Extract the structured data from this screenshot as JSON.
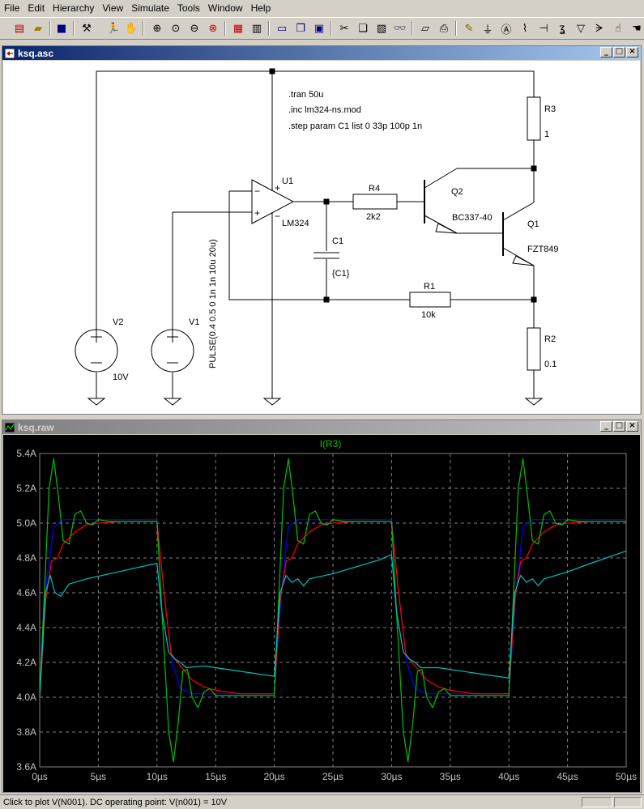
{
  "menubar": {
    "items": [
      {
        "label": "File"
      },
      {
        "label": "Edit"
      },
      {
        "label": "Hierarchy"
      },
      {
        "label": "View"
      },
      {
        "label": "Simulate"
      },
      {
        "label": "Tools"
      },
      {
        "label": "Window"
      },
      {
        "label": "Help"
      }
    ]
  },
  "schematic_window": {
    "title": "ksq.asc",
    "directives": {
      "tran": ".tran 50u",
      "inc": ".inc lm324-ns.mod",
      "step": ".step param C1 list 0 33p 100p 1n"
    },
    "components": {
      "r3_name": "R3",
      "r3_value": "1",
      "r4_name": "R4",
      "r4_value": "2k2",
      "r1_name": "R1",
      "r1_value": "10k",
      "r2_name": "R2",
      "r2_value": "0.1",
      "c1_name": "C1",
      "c1_value": "{C1}",
      "u1_name": "U1",
      "u1_value": "LM324",
      "q2_name": "Q2",
      "q2_value": "BC337-40",
      "q1_name": "Q1",
      "q1_value": "FZT849",
      "v2_name": "V2",
      "v2_value": "10V",
      "v1_name": "V1",
      "v1_value": "PULSE(0.4 0.5 0 1n 1n 10u 20u)",
      "plus": "+",
      "minus": "−"
    }
  },
  "plot_window": {
    "title": "ksq.raw",
    "trace_label": "I(R3)",
    "trace_label_color": "#00c000"
  },
  "chart_data": {
    "type": "line",
    "title": "",
    "xlabel": "",
    "ylabel": "",
    "xlim": [
      0,
      50
    ],
    "ylim": [
      3.6,
      5.4
    ],
    "grid": true,
    "x_ticks": [
      "0µs",
      "5µs",
      "10µs",
      "15µs",
      "20µs",
      "25µs",
      "30µs",
      "35µs",
      "40µs",
      "45µs",
      "50µs"
    ],
    "y_ticks": [
      "3.6A",
      "3.8A",
      "4.0A",
      "4.2A",
      "4.4A",
      "4.6A",
      "4.8A",
      "5.0A",
      "5.2A",
      "5.4A"
    ],
    "series": [
      {
        "color": "#0000ff",
        "points": [
          [
            0,
            4.0
          ],
          [
            0.6,
            4.68
          ],
          [
            1.2,
            4.98
          ],
          [
            2,
            5.02
          ],
          [
            3,
            5.02
          ],
          [
            10,
            5.02
          ],
          [
            10.6,
            4.6
          ],
          [
            11.3,
            4.2
          ],
          [
            12,
            4.05
          ],
          [
            13,
            4.02
          ],
          [
            20,
            4.02
          ],
          [
            20.6,
            4.6
          ],
          [
            21.2,
            4.98
          ],
          [
            22,
            5.02
          ],
          [
            30,
            5.02
          ],
          [
            30.6,
            4.6
          ],
          [
            31.3,
            4.2
          ],
          [
            32,
            4.05
          ],
          [
            33,
            4.02
          ],
          [
            40,
            4.02
          ],
          [
            40.6,
            4.6
          ],
          [
            41.2,
            4.98
          ],
          [
            42,
            5.02
          ],
          [
            50,
            5.02
          ]
        ]
      },
      {
        "color": "#ff0000",
        "points": [
          [
            0,
            4.0
          ],
          [
            0.5,
            4.55
          ],
          [
            1,
            4.78
          ],
          [
            1.5,
            4.8
          ],
          [
            2,
            4.88
          ],
          [
            3,
            4.95
          ],
          [
            4,
            4.99
          ],
          [
            5,
            5.0
          ],
          [
            7,
            5.01
          ],
          [
            10,
            5.01
          ],
          [
            10.6,
            4.6
          ],
          [
            11.2,
            4.25
          ],
          [
            12,
            4.18
          ],
          [
            13,
            4.1
          ],
          [
            14,
            4.06
          ],
          [
            15,
            4.04
          ],
          [
            17,
            4.02
          ],
          [
            20,
            4.02
          ],
          [
            20.5,
            4.55
          ],
          [
            21,
            4.78
          ],
          [
            21.5,
            4.8
          ],
          [
            22,
            4.88
          ],
          [
            23,
            4.95
          ],
          [
            24,
            4.99
          ],
          [
            25,
            5.0
          ],
          [
            27,
            5.01
          ],
          [
            30,
            5.01
          ],
          [
            30.6,
            4.6
          ],
          [
            31.2,
            4.25
          ],
          [
            32,
            4.18
          ],
          [
            33,
            4.1
          ],
          [
            34,
            4.06
          ],
          [
            35,
            4.04
          ],
          [
            37,
            4.02
          ],
          [
            40,
            4.02
          ],
          [
            40.5,
            4.55
          ],
          [
            41,
            4.78
          ],
          [
            41.5,
            4.8
          ],
          [
            42,
            4.88
          ],
          [
            43,
            4.95
          ],
          [
            44,
            4.99
          ],
          [
            45,
            5.0
          ],
          [
            47,
            5.01
          ],
          [
            50,
            5.01
          ]
        ]
      },
      {
        "color": "#00c000",
        "points": [
          [
            0,
            4.0
          ],
          [
            0.4,
            4.6
          ],
          [
            0.8,
            5.2
          ],
          [
            1.2,
            5.37
          ],
          [
            1.6,
            5.15
          ],
          [
            2,
            4.9
          ],
          [
            2.5,
            4.88
          ],
          [
            3,
            5.05
          ],
          [
            3.5,
            5.07
          ],
          [
            4,
            5.0
          ],
          [
            4.5,
            4.99
          ],
          [
            5,
            5.02
          ],
          [
            6,
            5.01
          ],
          [
            10,
            5.01
          ],
          [
            10.5,
            4.4
          ],
          [
            11,
            3.8
          ],
          [
            11.4,
            3.63
          ],
          [
            11.8,
            3.85
          ],
          [
            12.2,
            4.15
          ],
          [
            12.6,
            4.16
          ],
          [
            13,
            4.0
          ],
          [
            13.5,
            3.94
          ],
          [
            14,
            4.03
          ],
          [
            14.5,
            4.05
          ],
          [
            15,
            4.01
          ],
          [
            16,
            4.01
          ],
          [
            20,
            4.01
          ],
          [
            20.4,
            4.6
          ],
          [
            20.8,
            5.2
          ],
          [
            21.2,
            5.37
          ],
          [
            21.6,
            5.15
          ],
          [
            22,
            4.9
          ],
          [
            22.5,
            4.88
          ],
          [
            23,
            5.05
          ],
          [
            23.5,
            5.07
          ],
          [
            24,
            5.0
          ],
          [
            24.5,
            4.99
          ],
          [
            25,
            5.02
          ],
          [
            26,
            5.01
          ],
          [
            30,
            5.01
          ],
          [
            30.5,
            4.4
          ],
          [
            31,
            3.8
          ],
          [
            31.4,
            3.63
          ],
          [
            31.8,
            3.85
          ],
          [
            32.2,
            4.15
          ],
          [
            32.6,
            4.16
          ],
          [
            33,
            4.0
          ],
          [
            33.5,
            3.94
          ],
          [
            34,
            4.03
          ],
          [
            34.5,
            4.05
          ],
          [
            35,
            4.01
          ],
          [
            36,
            4.01
          ],
          [
            40,
            4.01
          ],
          [
            40.4,
            4.6
          ],
          [
            40.8,
            5.2
          ],
          [
            41.2,
            5.37
          ],
          [
            41.6,
            5.15
          ],
          [
            42,
            4.9
          ],
          [
            42.5,
            4.88
          ],
          [
            43,
            5.05
          ],
          [
            43.5,
            5.07
          ],
          [
            44,
            5.0
          ],
          [
            44.5,
            4.99
          ],
          [
            45,
            5.02
          ],
          [
            46,
            5.01
          ],
          [
            50,
            5.01
          ]
        ]
      },
      {
        "color": "#00c0c0",
        "points": [
          [
            0,
            4.0
          ],
          [
            0.5,
            4.6
          ],
          [
            0.9,
            4.7
          ],
          [
            1.3,
            4.6
          ],
          [
            1.8,
            4.58
          ],
          [
            2.5,
            4.65
          ],
          [
            4,
            4.68
          ],
          [
            6,
            4.71
          ],
          [
            8,
            4.74
          ],
          [
            10,
            4.77
          ],
          [
            10.4,
            4.5
          ],
          [
            11,
            4.26
          ],
          [
            11.5,
            4.22
          ],
          [
            12,
            4.2
          ],
          [
            12.5,
            4.17
          ],
          [
            14,
            4.18
          ],
          [
            16,
            4.16
          ],
          [
            18,
            4.14
          ],
          [
            20,
            4.12
          ],
          [
            20.5,
            4.6
          ],
          [
            21,
            4.7
          ],
          [
            21.5,
            4.66
          ],
          [
            22,
            4.68
          ],
          [
            22.5,
            4.64
          ],
          [
            23,
            4.68
          ],
          [
            25,
            4.71
          ],
          [
            27,
            4.75
          ],
          [
            29,
            4.79
          ],
          [
            30,
            4.82
          ],
          [
            30.4,
            4.5
          ],
          [
            31,
            4.26
          ],
          [
            31.5,
            4.22
          ],
          [
            32,
            4.2
          ],
          [
            32.5,
            4.17
          ],
          [
            34,
            4.17
          ],
          [
            36,
            4.15
          ],
          [
            38,
            4.13
          ],
          [
            40,
            4.11
          ],
          [
            40.5,
            4.6
          ],
          [
            41,
            4.7
          ],
          [
            41.5,
            4.66
          ],
          [
            42,
            4.68
          ],
          [
            42.5,
            4.64
          ],
          [
            43,
            4.68
          ],
          [
            45,
            4.72
          ],
          [
            47,
            4.77
          ],
          [
            50,
            4.84
          ]
        ]
      }
    ]
  },
  "status": {
    "text": "Click to plot V(N001).  DC operating point: V(n001) = 10V"
  }
}
